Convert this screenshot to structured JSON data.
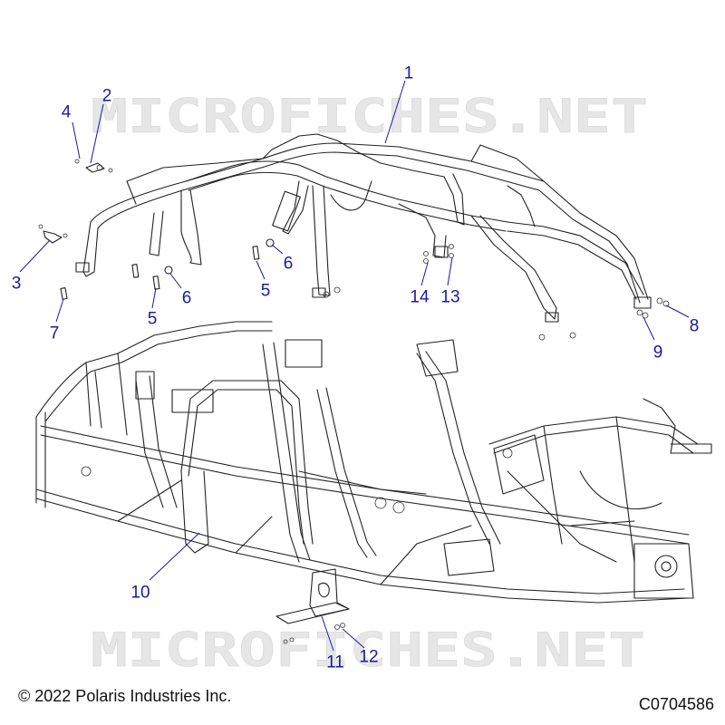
{
  "watermark": "MICROFICHES.NET",
  "callouts": [
    {
      "id": "c1",
      "label": "1"
    },
    {
      "id": "c2",
      "label": "2"
    },
    {
      "id": "c3",
      "label": "3"
    },
    {
      "id": "c4",
      "label": "4"
    },
    {
      "id": "c5a",
      "label": "5"
    },
    {
      "id": "c5b",
      "label": "5"
    },
    {
      "id": "c6a",
      "label": "6"
    },
    {
      "id": "c6b",
      "label": "6"
    },
    {
      "id": "c7",
      "label": "7"
    },
    {
      "id": "c8",
      "label": "8"
    },
    {
      "id": "c9",
      "label": "9"
    },
    {
      "id": "c10",
      "label": "10"
    },
    {
      "id": "c11",
      "label": "11"
    },
    {
      "id": "c12",
      "label": "12"
    },
    {
      "id": "c13",
      "label": "13"
    },
    {
      "id": "c14",
      "label": "14"
    }
  ],
  "footer": {
    "copyright": "© 2022 Polaris Industries Inc.",
    "figure_code": "C0704586"
  },
  "colors": {
    "callout": "#1a1aa6",
    "line": "#222222",
    "watermark": "#e4e4e4"
  }
}
